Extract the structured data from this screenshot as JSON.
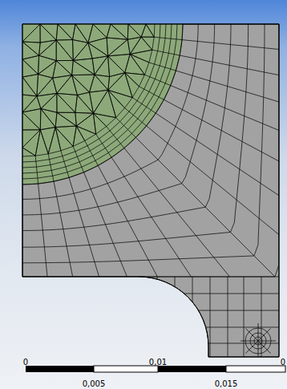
{
  "diagram": {
    "labels": [
      "0",
      "0,01",
      "0",
      "0,005",
      "0,015"
    ]
  }
}
